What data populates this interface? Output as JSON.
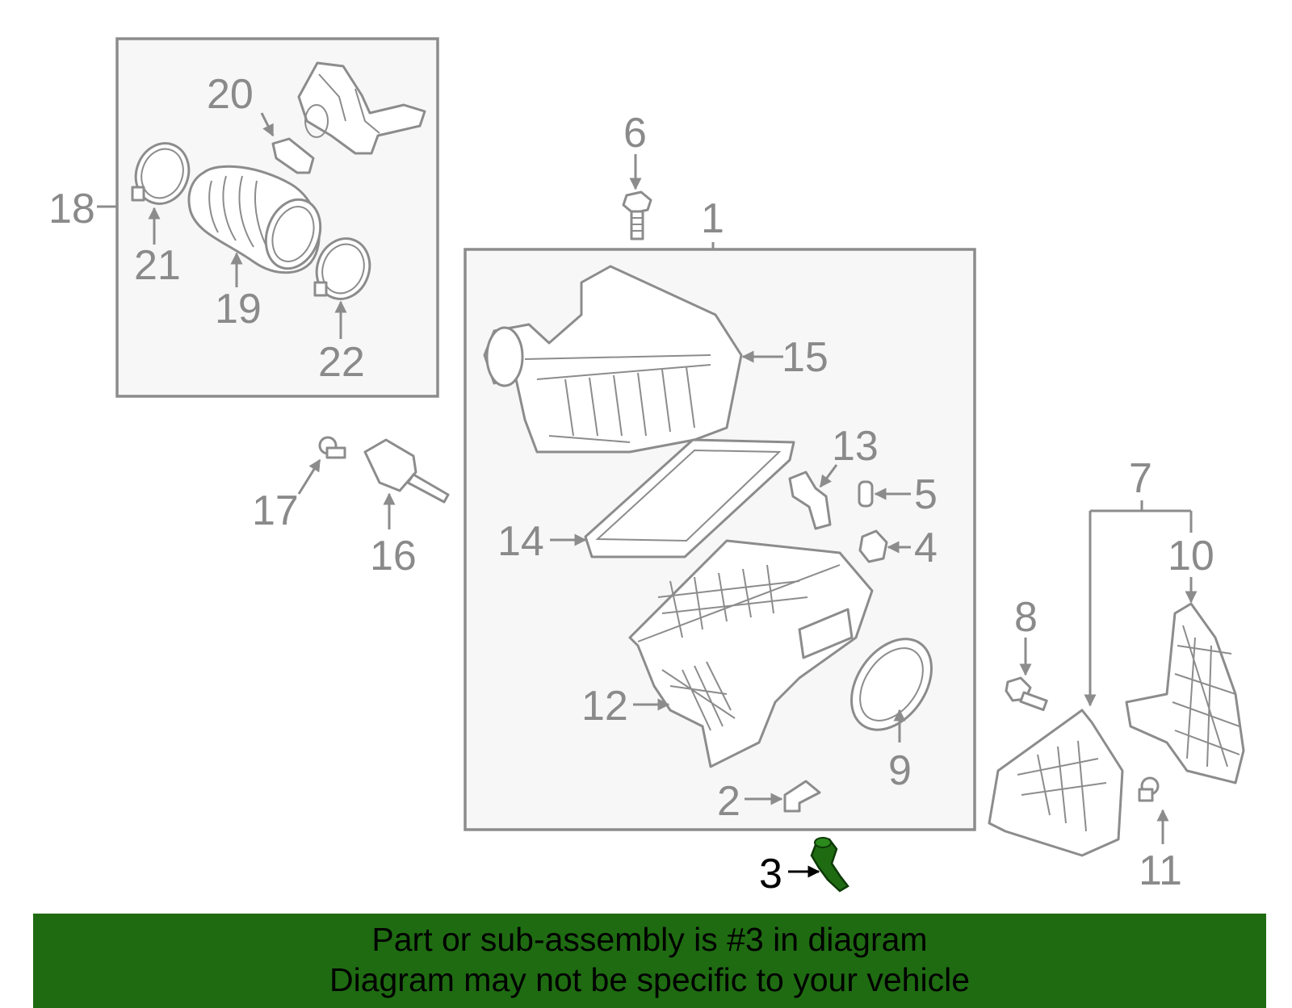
{
  "callouts": {
    "p1": "1",
    "p2": "2",
    "p3": "3",
    "p4": "4",
    "p5": "5",
    "p6": "6",
    "p7": "7",
    "p8": "8",
    "p9": "9",
    "p10": "10",
    "p11": "11",
    "p12": "12",
    "p13": "13",
    "p14": "14",
    "p15": "15",
    "p16": "16",
    "p17": "17",
    "p18": "18",
    "p19": "19",
    "p20": "20",
    "p21": "21",
    "p22": "22"
  },
  "highlight": {
    "part": "3",
    "color": "#1f6b12"
  },
  "banner": {
    "line1": "Part or sub-assembly is #3 in diagram",
    "line2": "Diagram may not be specific to your vehicle",
    "background": "#1f6b12"
  }
}
